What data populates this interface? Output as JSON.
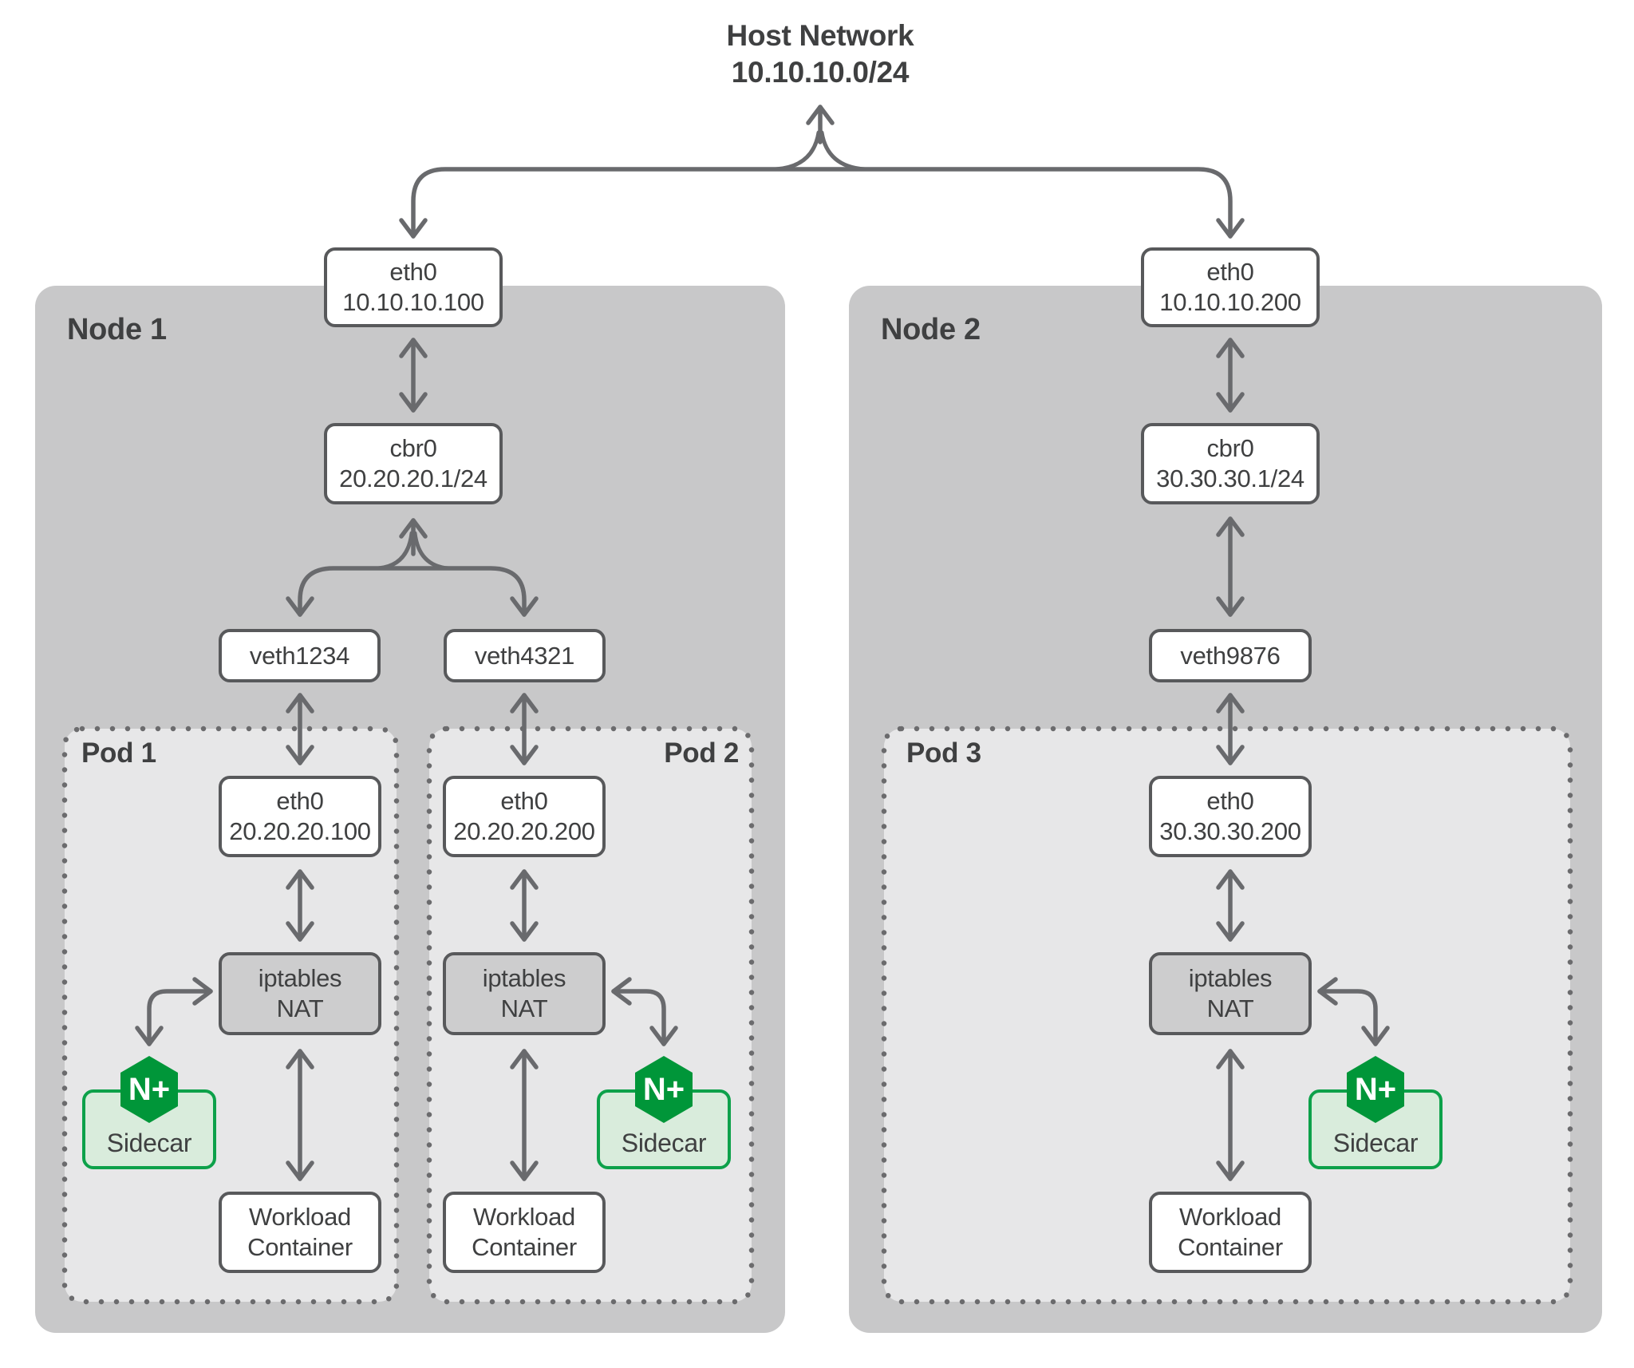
{
  "host_network": {
    "title": "Host Network",
    "subnet": "10.10.10.0/24"
  },
  "node1": {
    "label": "Node 1",
    "eth0_name": "eth0",
    "eth0_ip": "10.10.10.100",
    "cbr0_name": "cbr0",
    "cbr0_ip": "20.20.20.1/24",
    "veth_a": "veth1234",
    "veth_b": "veth4321"
  },
  "node2": {
    "label": "Node 2",
    "eth0_name": "eth0",
    "eth0_ip": "10.10.10.200",
    "cbr0_name": "cbr0",
    "cbr0_ip": "30.30.30.1/24",
    "veth": "veth9876"
  },
  "pod1": {
    "label": "Pod 1",
    "eth0_name": "eth0",
    "eth0_ip": "20.20.20.100",
    "nat_line1": "iptables",
    "nat_line2": "NAT",
    "badge": "N+",
    "sidecar_label": "Sidecar",
    "workload_line1": "Workload",
    "workload_line2": "Container"
  },
  "pod2": {
    "label": "Pod 2",
    "eth0_name": "eth0",
    "eth0_ip": "20.20.20.200",
    "nat_line1": "iptables",
    "nat_line2": "NAT",
    "badge": "N+",
    "sidecar_label": "Sidecar",
    "workload_line1": "Workload",
    "workload_line2": "Container"
  },
  "pod3": {
    "label": "Pod 3",
    "eth0_name": "eth0",
    "eth0_ip": "30.30.30.200",
    "nat_line1": "iptables",
    "nat_line2": "NAT",
    "badge": "N+",
    "sidecar_label": "Sidecar",
    "workload_line1": "Workload",
    "workload_line2": "Container"
  },
  "colors": {
    "node_fill": "#c8c8c9",
    "pod_fill": "#e7e7e8",
    "nat_fill": "#cdcdce",
    "box_border": "#58595b",
    "arrow": "#696a6d",
    "dot_border": "#6b6b6d",
    "nginx_green": "#009639",
    "sidecar_border": "#0da14a",
    "sidecar_fill": "#d9ecdc",
    "text": "#3f4041"
  }
}
